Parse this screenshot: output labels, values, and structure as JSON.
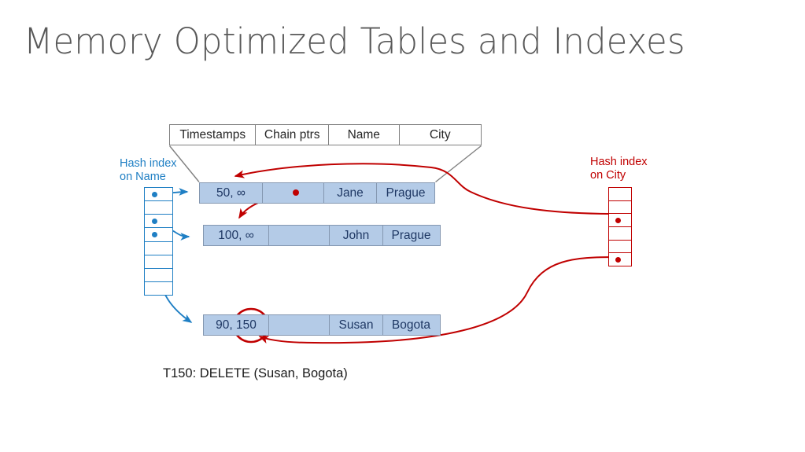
{
  "slide": {
    "title": "Memory Optimized Tables and Indexes",
    "caption": "T150: DELETE (Susan, Bogota)"
  },
  "schema": {
    "columns": [
      {
        "label": "Timestamps"
      },
      {
        "label": "Chain ptrs"
      },
      {
        "label": "Name"
      },
      {
        "label": "City"
      }
    ]
  },
  "rows": [
    {
      "id": "jane",
      "timestamps": "50, ∞",
      "chain_ptrs": "",
      "name": "Jane",
      "city": "Prague"
    },
    {
      "id": "john",
      "timestamps": "100, ∞",
      "chain_ptrs": "",
      "name": "John",
      "city": "Prague"
    },
    {
      "id": "susan",
      "timestamps": "90, 150",
      "timestamp_begin": "90,",
      "timestamp_end": "150",
      "chain_ptrs": "",
      "name": "Susan",
      "city": "Bogota"
    }
  ],
  "hash_index_name": {
    "label_line1": "Hash index",
    "label_line2": "on Name",
    "color": "#1f7fc4",
    "bucket_count": 8,
    "filled_buckets": [
      1,
      3,
      4
    ]
  },
  "hash_index_city": {
    "label_line1": "Hash index",
    "label_line2": "on City",
    "color": "#c00000",
    "bucket_count": 6,
    "filled_buckets": [
      3,
      6
    ]
  },
  "colors": {
    "title": "#595959",
    "row_fill": "#b4cbe7",
    "row_border": "#8497b0",
    "row_text": "#1f3864",
    "header_border": "#808080",
    "name_index": "#1f7fc4",
    "city_index": "#c00000",
    "pointer_red": "#c00000"
  },
  "annotations": {
    "delete_marker_label": "150",
    "delete_marker_shape": "red-ellipse-highlight"
  }
}
